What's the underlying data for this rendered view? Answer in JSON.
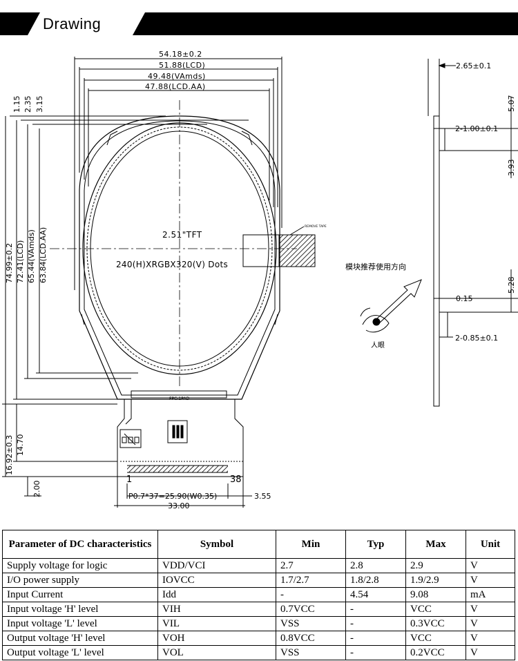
{
  "header": {
    "title": "Drawing"
  },
  "front": {
    "w1": "54.18±0.2",
    "w2": "51.88(LCD)",
    "w3": "49.48(VAmds)",
    "w4": "47.88(LCD.AA)",
    "top1": "1.15",
    "top2": "2.35",
    "top3": "3.15",
    "h1": "74.99±0.2",
    "h2": "72.41(LCD)",
    "h3": "65.44(VAmds)",
    "h4": "63.84(LCD.AA)",
    "center1": "2.51\"TFT",
    "center2": "240(H)XRGBX320(V)  Dots",
    "tape": "REMOVE TAPE",
    "fpc": "FPC-1PAD",
    "pin1": "1",
    "pin38": "38",
    "fpc1": "16.92±0.3",
    "fpc2": "14.70",
    "fpc3": "2.00",
    "pitch": "P0.7*37=25.90(W0.35)",
    "pitch_r": "3.55",
    "fpc_w": "33.00"
  },
  "side": {
    "d1": "2.65±0.1",
    "d2": "5.07",
    "d3": "2-1.00±0.1",
    "d4": "3.93",
    "d5": "5.28",
    "d6": "0.15",
    "d7": "2-0.85±0.1",
    "note": "模块推荐使用方向",
    "eye": "人眼"
  },
  "table": {
    "headers": [
      "Parameter of DC characteristics",
      "Symbol",
      "Min",
      "Typ",
      "Max",
      "Unit"
    ],
    "rows": [
      [
        "Supply voltage for logic",
        "VDD/VCI",
        "2.7",
        "2.8",
        "2.9",
        "V"
      ],
      [
        "I/O power supply",
        "IOVCC",
        "1.7/2.7",
        "1.8/2.8",
        "1.9/2.9",
        "V"
      ],
      [
        "Input Current",
        "Idd",
        "-",
        "4.54",
        "9.08",
        "mA"
      ],
      [
        "Input voltage 'H' level",
        "VIH",
        "0.7VCC",
        "-",
        "VCC",
        "V"
      ],
      [
        "Input voltage 'L' level",
        "VIL",
        "VSS",
        "-",
        "0.3VCC",
        "V"
      ],
      [
        "Output voltage 'H' level",
        "VOH",
        "0.8VCC",
        "-",
        "VCC",
        "V"
      ],
      [
        "Output voltage 'L' level",
        "VOL",
        "VSS",
        "-",
        "0.2VCC",
        "V"
      ]
    ]
  }
}
